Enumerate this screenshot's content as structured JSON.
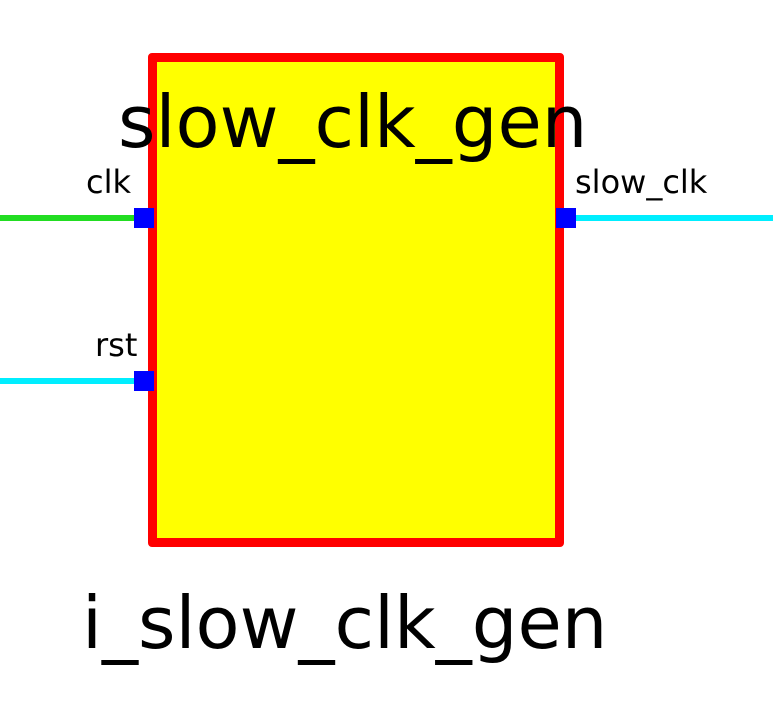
{
  "module": {
    "name": "slow_clk_gen",
    "fill_color": "#ffff00",
    "border_color": "#ff0000"
  },
  "instance": {
    "name": "i_slow_clk_gen"
  },
  "ports": {
    "clk": {
      "label": "clk",
      "direction": "input",
      "wire_color": "#22dd22"
    },
    "rst": {
      "label": "rst",
      "direction": "input",
      "wire_color": "#00eeff"
    },
    "slow_clk": {
      "label": "slow_clk",
      "direction": "output",
      "wire_color": "#00eeff"
    }
  },
  "pin_color": "#0000ff"
}
